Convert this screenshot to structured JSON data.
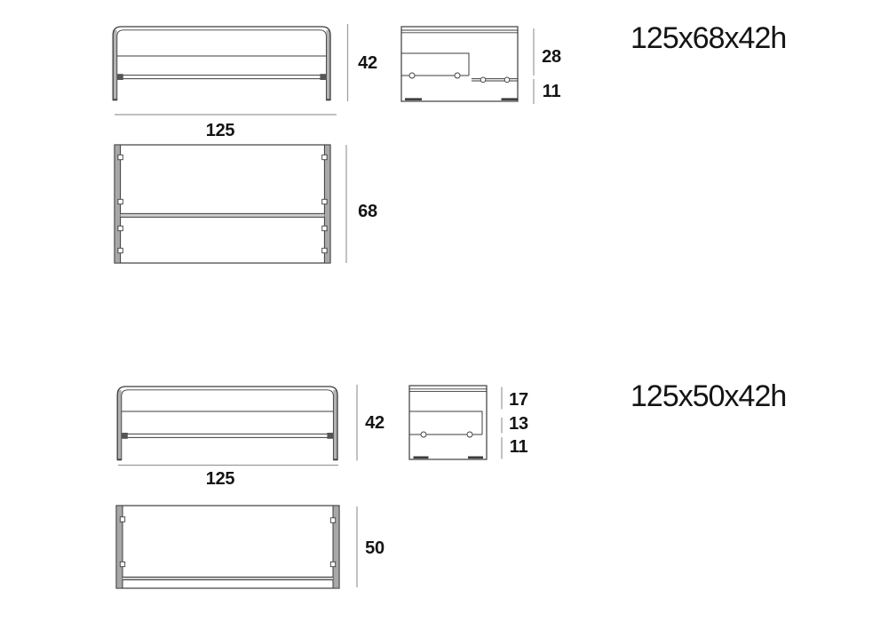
{
  "app": {
    "type": "furniture-dimension-spec-sheet",
    "background": "#ffffff"
  },
  "colors": {
    "drawing_line": "#3c3c3c",
    "dimension_line": "#9a9a9a",
    "panel_fill": "#a8a8a8",
    "shelf_band_fill": "#cfcfcf",
    "bracket_fill": "#555555",
    "text": "#141414"
  },
  "products": [
    {
      "title": "125x68x42h",
      "front_view": {
        "height": "42",
        "width": "125"
      },
      "side_view": {
        "top_to_shelf": "28",
        "shelf_to_floor": "11"
      },
      "plan_view": {
        "depth": "68"
      }
    },
    {
      "title": "125x50x42h",
      "front_view": {
        "height": "42",
        "width": "125"
      },
      "side_view": {
        "top_section": "17",
        "middle_section": "13",
        "bottom_section": "11"
      },
      "plan_view": {
        "depth": "50"
      }
    }
  ]
}
